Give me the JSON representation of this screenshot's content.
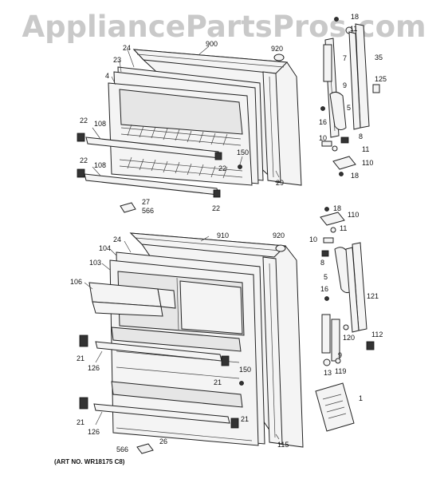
{
  "watermark": "AppliancePartsPros.com",
  "footnote": "(ART NO. WR18175 C8)",
  "labels": {
    "l900": "900",
    "l920a": "920",
    "l24a": "24",
    "l23": "23",
    "l4": "4",
    "l108a": "108",
    "l22a": "22",
    "l22b": "22",
    "l108b": "108",
    "l150a": "150",
    "l22c": "22",
    "l29": "29",
    "l22d": "22",
    "l27": "27",
    "l566a": "566",
    "l18a": "18",
    "l11a": "11",
    "l7": "7",
    "l35": "35",
    "l9a": "9",
    "l125": "125",
    "l5a": "5",
    "l16a": "16",
    "l8a": "8",
    "l10a": "10",
    "l11b": "11",
    "l110a": "110",
    "l18b": "18",
    "l910": "910",
    "l920b": "920",
    "l24b": "24",
    "l104": "104",
    "l103": "103",
    "l106": "106",
    "l21a": "21",
    "l126a": "126",
    "l21b": "21",
    "l150b": "150",
    "l21c": "21",
    "l126b": "126",
    "l21d": "21",
    "l566b": "566",
    "l26": "26",
    "l115": "115",
    "l18c": "18",
    "l110b": "110",
    "l11c": "11",
    "l10b": "10",
    "l8b": "8",
    "l5b": "5",
    "l16b": "16",
    "l121": "121",
    "l120": "120",
    "l9b": "9",
    "l112": "112",
    "l13": "13",
    "l119": "119",
    "l1": "1"
  }
}
